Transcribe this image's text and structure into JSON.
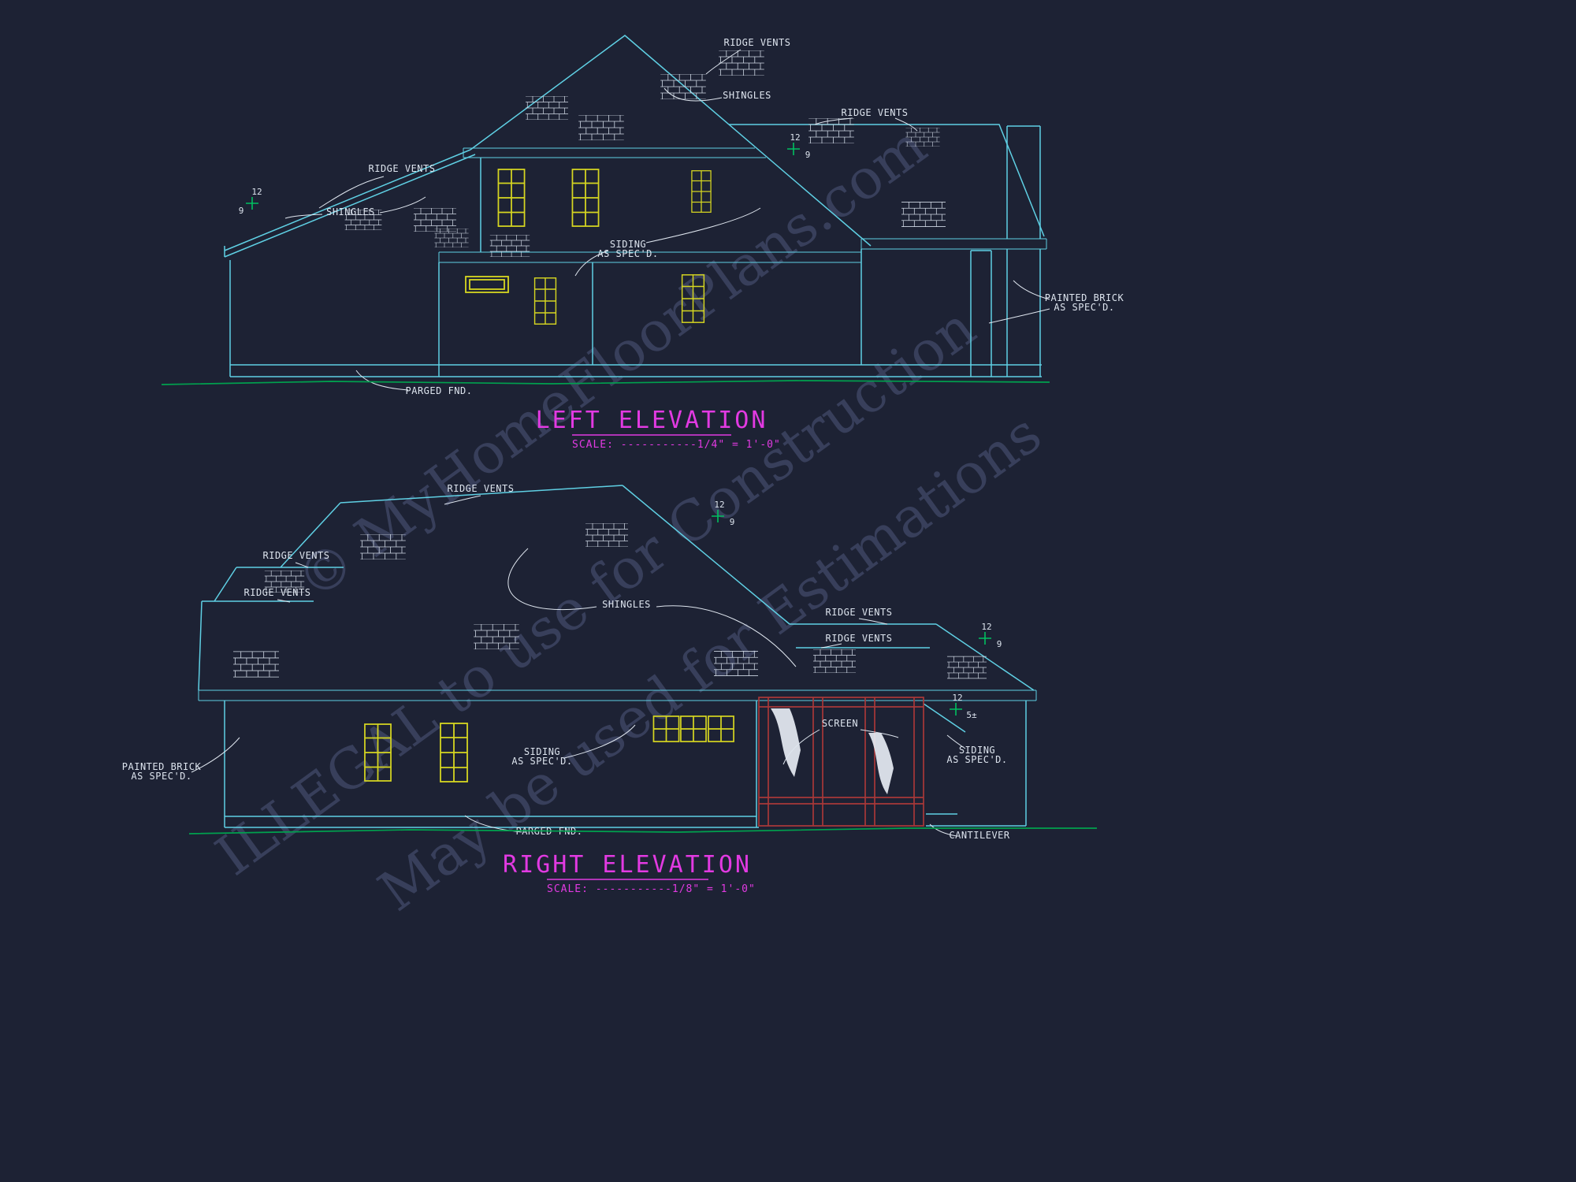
{
  "watermark": {
    "line1": "© MyHomeFloorPlans.com",
    "line2": "ILLEGAL to use for Construction",
    "line3": "May be used for Estimations"
  },
  "left": {
    "title": "LEFT ELEVATION",
    "scale_label": "SCALE: -----------1/4\" = 1'-0\"",
    "labels": {
      "ridge_vents_a": "RIDGE VENTS",
      "shingles_a": "SHINGLES",
      "ridge_vents_top": "RIDGE VENTS",
      "shingles_top": "SHINGLES",
      "ridge_vents_right": "RIDGE VENTS",
      "siding_1": "SIDING",
      "siding_2": "AS SPEC'D.",
      "painted_brick_1": "PAINTED BRICK",
      "painted_brick_2": "AS SPEC'D.",
      "parged": "PARGED FND.",
      "pitch_a_rise": "12",
      "pitch_a_run": "9",
      "pitch_b_rise": "12",
      "pitch_b_run": "9"
    }
  },
  "right": {
    "title": "RIGHT ELEVATION",
    "scale_label": "SCALE: -----------1/8\" = 1'-0\"",
    "labels": {
      "ridge_vents_a": "RIDGE VENTS",
      "ridge_vents_b": "RIDGE VENTS",
      "ridge_vents_c": "RIDGE VENTS",
      "shingles": "SHINGLES",
      "ridge_vents_d": "RIDGE VENTS",
      "ridge_vents_e": "RIDGE VENTS",
      "screen": "SCREEN",
      "siding_a_1": "SIDING",
      "siding_a_2": "AS SPEC'D.",
      "siding_b_1": "SIDING",
      "siding_b_2": "AS SPEC'D.",
      "painted_brick_1": "PAINTED BRICK",
      "painted_brick_2": "AS SPEC'D.",
      "parged": "PARGED FND.",
      "cantilever": "CANTILEVER",
      "pitch_a_rise": "12",
      "pitch_a_run": "9",
      "pitch_b_rise": "12",
      "pitch_b_run": "9",
      "pitch_c_rise": "12",
      "pitch_c_run": "5±"
    }
  },
  "colors": {
    "background": "#1d2234",
    "line_cyan": "#5fd0e4",
    "window_yellow": "#d6d621",
    "title_magenta": "#e23ae2",
    "ground_green": "#00a14e",
    "screen_red": "#a83838",
    "annotation_white": "#dde4ee",
    "watermark_blue": "#566086"
  }
}
